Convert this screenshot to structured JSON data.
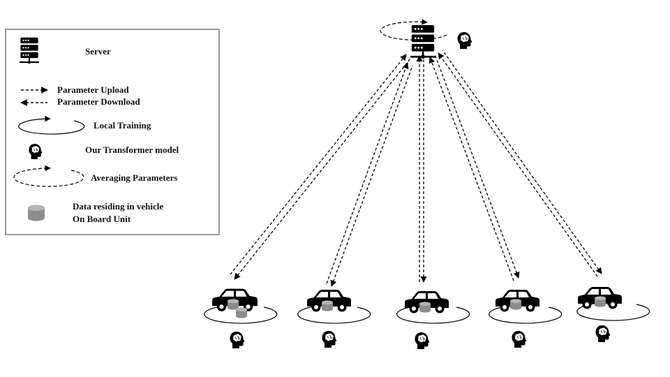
{
  "legend": {
    "server": "Server",
    "parameter_upload": "Parameter Upload",
    "parameter_download": "Parameter Download",
    "local_training": "Local Training",
    "transformer_model": "Our Transformer model",
    "averaging_parameters": "Averaging Parameters",
    "data_line1": "Data residing in vehicle",
    "data_line2": "On Board Unit"
  },
  "vehicle_count": 5,
  "colors": {
    "ink": "#000000",
    "database": "#8c8c8c",
    "database_top": "#b5b5b5",
    "legend_border": "#333333"
  },
  "icons": {
    "server": "server-icon",
    "vehicle": "car-icon",
    "model": "brain-head-icon",
    "data": "database-icon"
  }
}
